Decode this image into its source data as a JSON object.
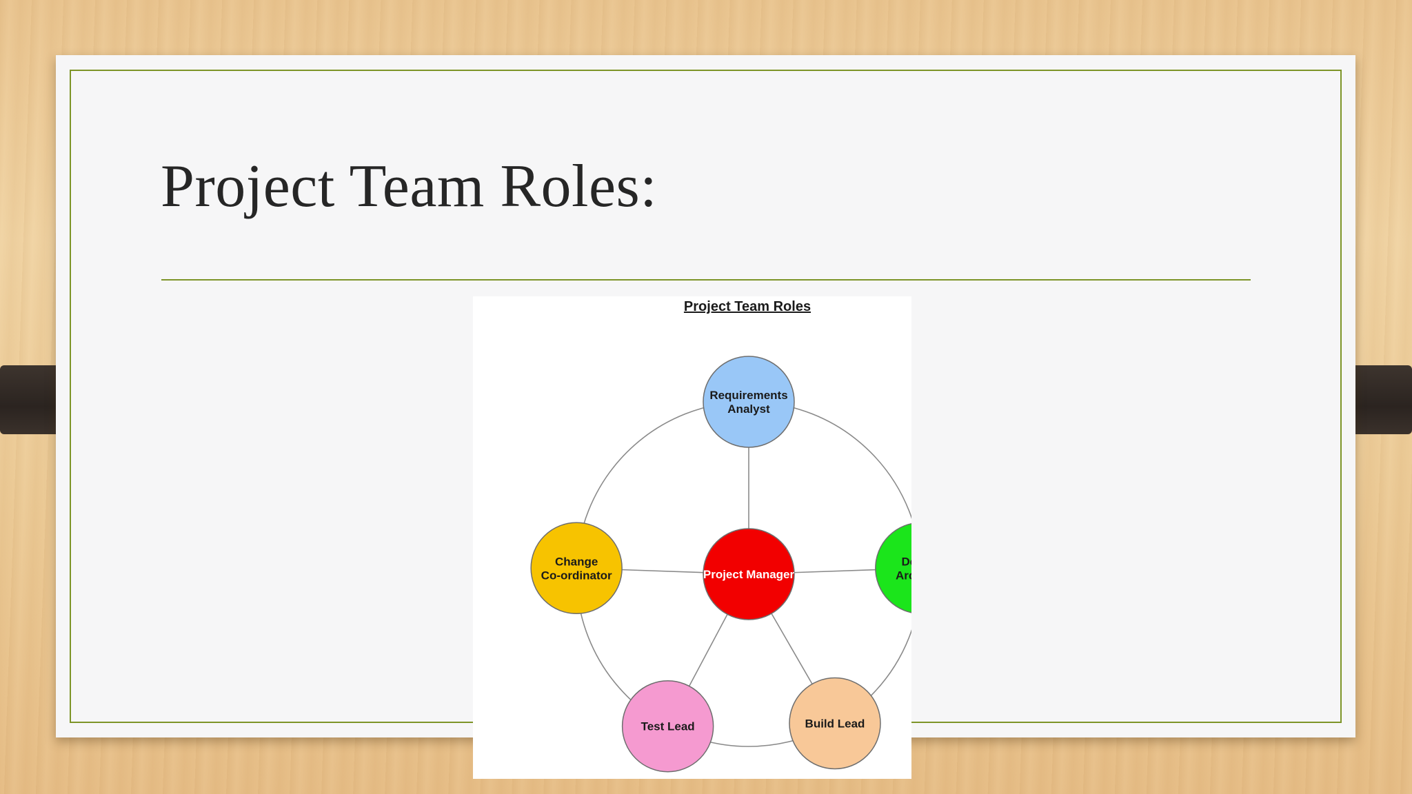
{
  "slide": {
    "title": "Project Team Roles:"
  },
  "diagram": {
    "heading": "Project Team Roles",
    "center": {
      "id": "pm",
      "lines": [
        "Project Manager"
      ],
      "fill": "#f20000",
      "text_color": "#ffffff"
    },
    "roles": [
      {
        "id": "ra",
        "lines": [
          "Requirements",
          "Analyst"
        ],
        "fill": "#99c7f7",
        "text_color": "#1a1a1a"
      },
      {
        "id": "da",
        "lines": [
          "Design",
          "Architect"
        ],
        "fill": "#1be51b",
        "text_color": "#1a1a1a"
      },
      {
        "id": "bl",
        "lines": [
          "Build Lead"
        ],
        "fill": "#f8c898",
        "text_color": "#1a1a1a"
      },
      {
        "id": "tl",
        "lines": [
          "Test Lead"
        ],
        "fill": "#f59ad0",
        "text_color": "#1a1a1a"
      },
      {
        "id": "cc",
        "lines": [
          "Change",
          "Co-ordinator"
        ],
        "fill": "#f7c300",
        "text_color": "#1a1a1a"
      }
    ]
  },
  "colors": {
    "accent": "#7d9427",
    "title_text": "#262626"
  }
}
